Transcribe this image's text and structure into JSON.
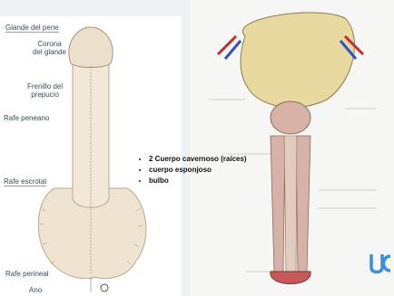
{
  "labels": {
    "glande": "Glande del pene",
    "corona": "Corona\ndel glande",
    "frenillo": "Frenillo del\nprepucio",
    "rafe_peneano": "Rafe peneano",
    "rafe_escrotal": "Rafe escrotal",
    "rafe_perineal": "Rafe perineal",
    "ano": "Ano"
  },
  "bullets": [
    "2 Cuerpo cavernoso (raíces)",
    "cuerpo esponjoso",
    "bulbo"
  ],
  "colors": {
    "skin": "#eee3cf",
    "skin_shadow": "#c8b59a",
    "muscle": "#d4a59a",
    "bladder": "#e8d9a0",
    "underline": "#7ab86a",
    "logo": "#3a8fd8"
  },
  "icons": [
    "university-logo-icon"
  ]
}
